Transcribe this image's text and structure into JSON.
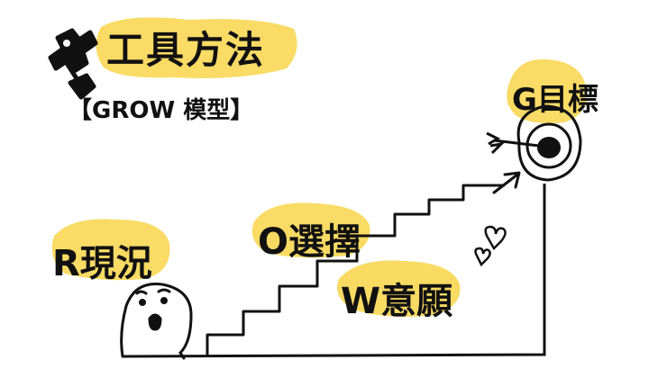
{
  "title": "工具方法",
  "subtitle": "【GROW 模型】",
  "stages": {
    "r": "R現況",
    "o": "O選擇",
    "w": "W意願",
    "g": "G目標"
  },
  "colors": {
    "highlight": "#f8d54a",
    "ink": "#111111",
    "background": "#ffffff"
  },
  "icons": [
    "wrench-icon",
    "person-face-icon",
    "target-icon",
    "arrow-icon",
    "heart-icon"
  ]
}
